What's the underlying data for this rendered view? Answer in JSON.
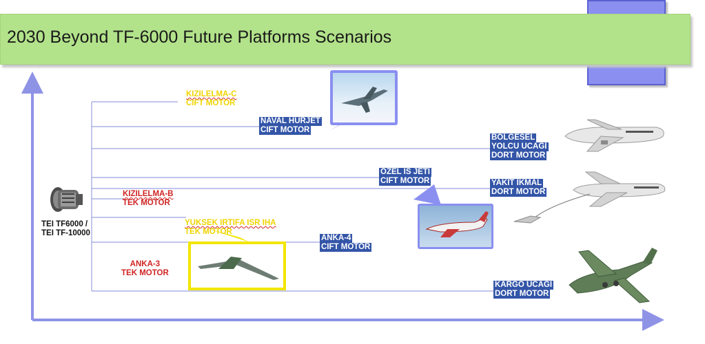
{
  "title": "2030 Beyond TF-6000 Future Platforms Scenarios",
  "engine_label": [
    "TEI TF6000 /",
    "TEI TF-10000"
  ],
  "labels": {
    "kizilelma_c": [
      "KIZILELMA-C",
      "CIFT MOTOR"
    ],
    "naval_hurjet": [
      "NAVAL HURJET",
      "CIFT MOTOR"
    ],
    "bolgesel": [
      "BOLGESEL",
      "YOLCU UCAGI",
      "DORT MOTOR"
    ],
    "ozel_is_jeti": [
      "OZEL IS JETI",
      "CIFT MOTOR"
    ],
    "yakit_ikmal": [
      "YAKIT IKMAL",
      "DORT MOTOR"
    ],
    "kizilelma_b": [
      "KIZILELMA-B",
      "TEK MOTOR"
    ],
    "yuksek_irtifa": [
      "YUKSEK IRTIFA ISR IHA",
      "TEK MOTOR"
    ],
    "anka_4": [
      "ANKA-4",
      "CIFT MOTOR"
    ],
    "anka_3": [
      "ANKA-3",
      "TEK MOTOR"
    ],
    "kargo": [
      "KARGO UCAGI",
      "DORT MOTOR"
    ]
  },
  "colors": {
    "banner": "#b2e28a",
    "axis": "#8f93e6",
    "branch_line": "#9aa2e0",
    "label_box": "#3355a8",
    "yellow_text": "#f0d400",
    "red_text": "#d02424",
    "callout_border": "#8a8ff0",
    "highlight_border": "#f2e600"
  }
}
